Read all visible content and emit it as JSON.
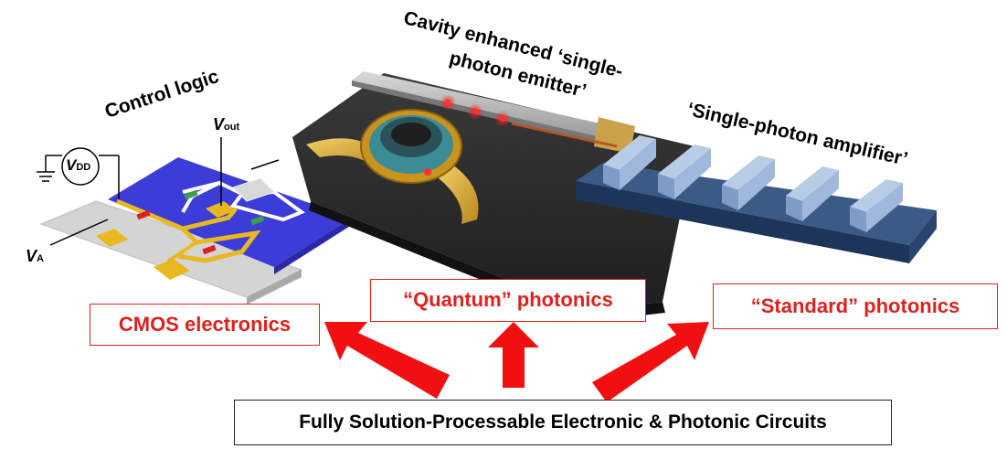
{
  "labels": {
    "control_logic": "Control logic",
    "vdd_main": "V",
    "vdd_sub": "DD",
    "vout_main": "V",
    "vout_sub": "out",
    "va_main": "V",
    "va_sub": "A",
    "cavity_line1": "Cavity enhanced ‘single-",
    "cavity_line2": "photon emitter’",
    "amplifier": "‘Single-photon amplifier’"
  },
  "boxes": {
    "cmos": "CMOS electronics",
    "quantum": "“Quantum” photonics",
    "standard": "“Standard” photonics",
    "bottom": "Fully Solution-Processable Electronic & Photonic Circuits"
  },
  "colors": {
    "accent_red": "#e0201c",
    "substrate_blue": "#3c3cd8",
    "gold": "#e8b820",
    "waveguide_blue": "#9fb8dc",
    "amplifier_base": "#3b5a86"
  },
  "icons": [
    "arrow-up-left",
    "arrow-up",
    "arrow-up-right",
    "ground-symbol"
  ]
}
